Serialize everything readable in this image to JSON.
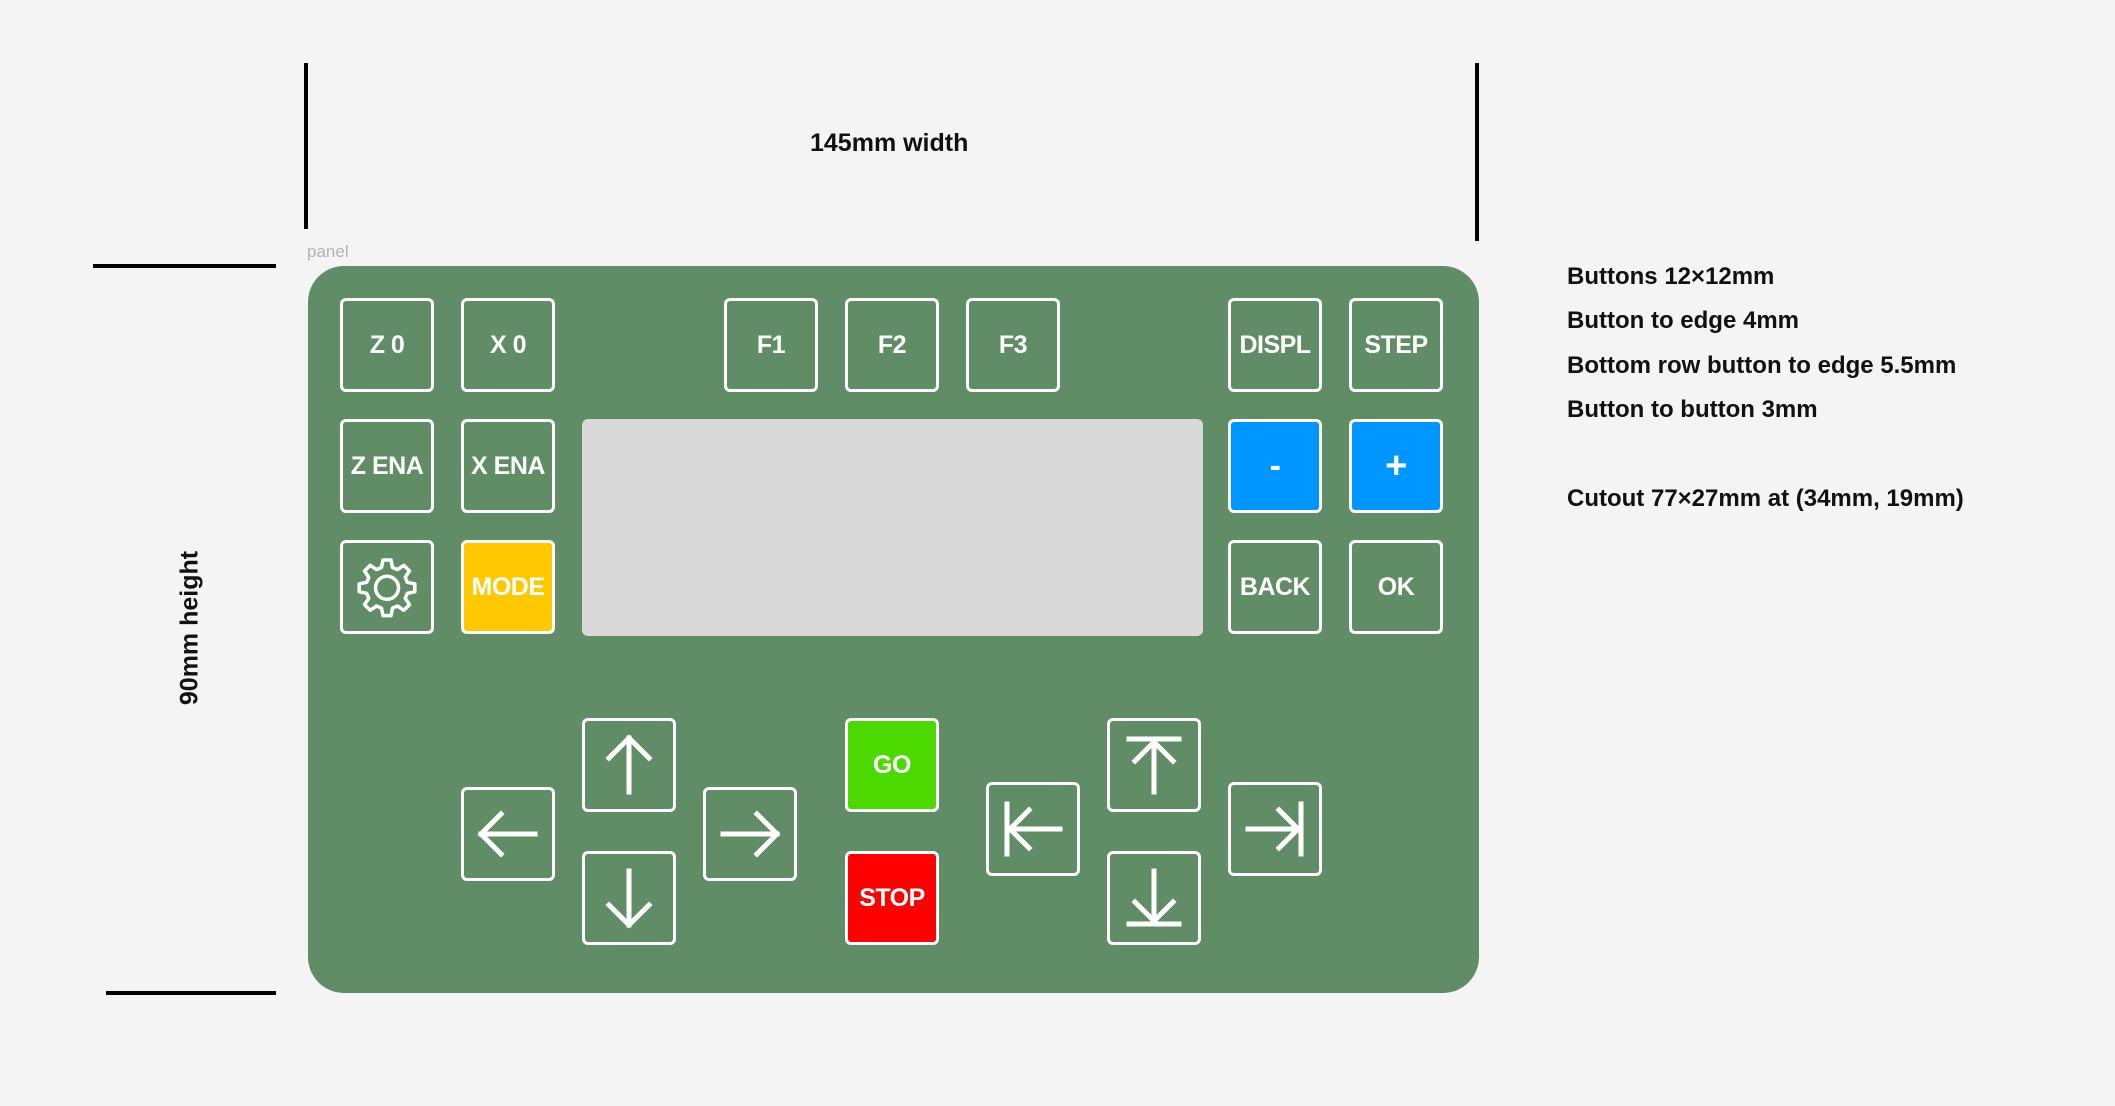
{
  "dimensions": {
    "width_label": "145mm width",
    "height_label": "90mm height"
  },
  "frame_label": "panel",
  "colors": {
    "panel": "#618d66",
    "button_border": "#ffffff",
    "mode": "#ffc800",
    "minus_plus": "#0096ff",
    "go": "#4cd900",
    "stop": "#ff0000",
    "screen": "#d9d9d9"
  },
  "buttons": {
    "z0": "Z 0",
    "x0": "X 0",
    "f1": "F1",
    "f2": "F2",
    "f3": "F3",
    "displ": "DISPL",
    "step": "STEP",
    "zena": "Z ENA",
    "xena": "X ENA",
    "minus": "-",
    "plus": "+",
    "mode": "MODE",
    "back": "BACK",
    "ok": "OK",
    "go": "GO",
    "stop": "STOP"
  },
  "icons": {
    "settings": "gear-icon",
    "left": "arrow-left-icon",
    "up": "arrow-up-icon",
    "right": "arrow-right-icon",
    "down": "arrow-down-icon",
    "left_end": "arrow-left-to-bar-icon",
    "up_end": "arrow-up-to-bar-icon",
    "right_end": "arrow-right-to-bar-icon",
    "down_end": "arrow-down-to-bar-icon"
  },
  "notes": [
    "Buttons 12×12mm",
    "Button to edge 4mm",
    "Bottom row button to edge 5.5mm",
    "Button to button 3mm",
    "Cutout 77×27mm at (34mm, 19mm)"
  ]
}
